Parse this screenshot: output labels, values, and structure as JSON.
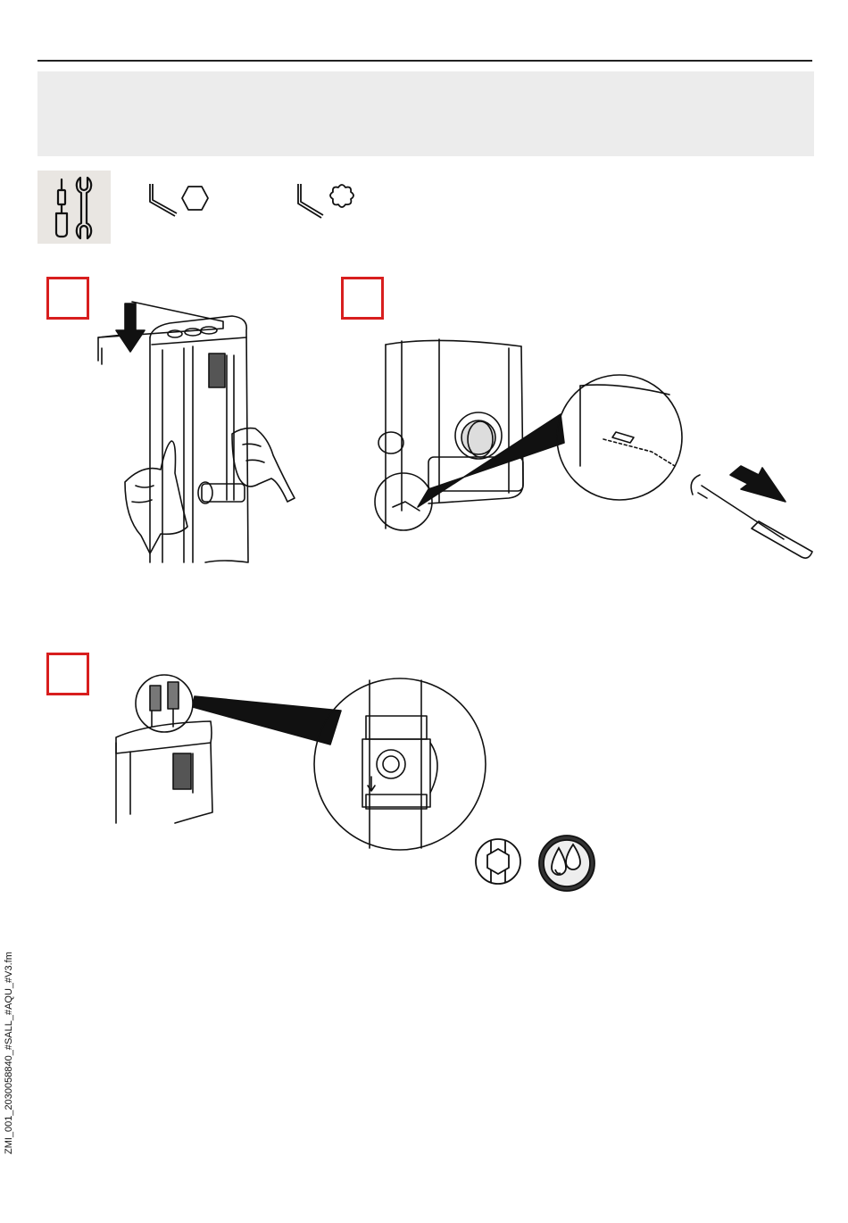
{
  "page": {
    "footer_code": "ZMI_001_2030058840_#SALL_#AQU_#V3.fm"
  },
  "icons": {
    "tools": "screwdriver-wrench-icon",
    "hex_key": "hex-key-icon",
    "torx_key": "torx-key-icon",
    "hex_nut": "hex-nut-icon",
    "water_drops": "water-drops-icon"
  },
  "colors": {
    "step_frame": "#d81e1e",
    "banner": "#ececec",
    "tool_panel": "#e9e6e2"
  },
  "steps": [
    {
      "id": 1,
      "illustration": "mount-panel-on-bracket"
    },
    {
      "id": 2,
      "illustration": "tighten-fixing-screw"
    },
    {
      "id": 3,
      "illustration": "open-stop-valves"
    }
  ]
}
